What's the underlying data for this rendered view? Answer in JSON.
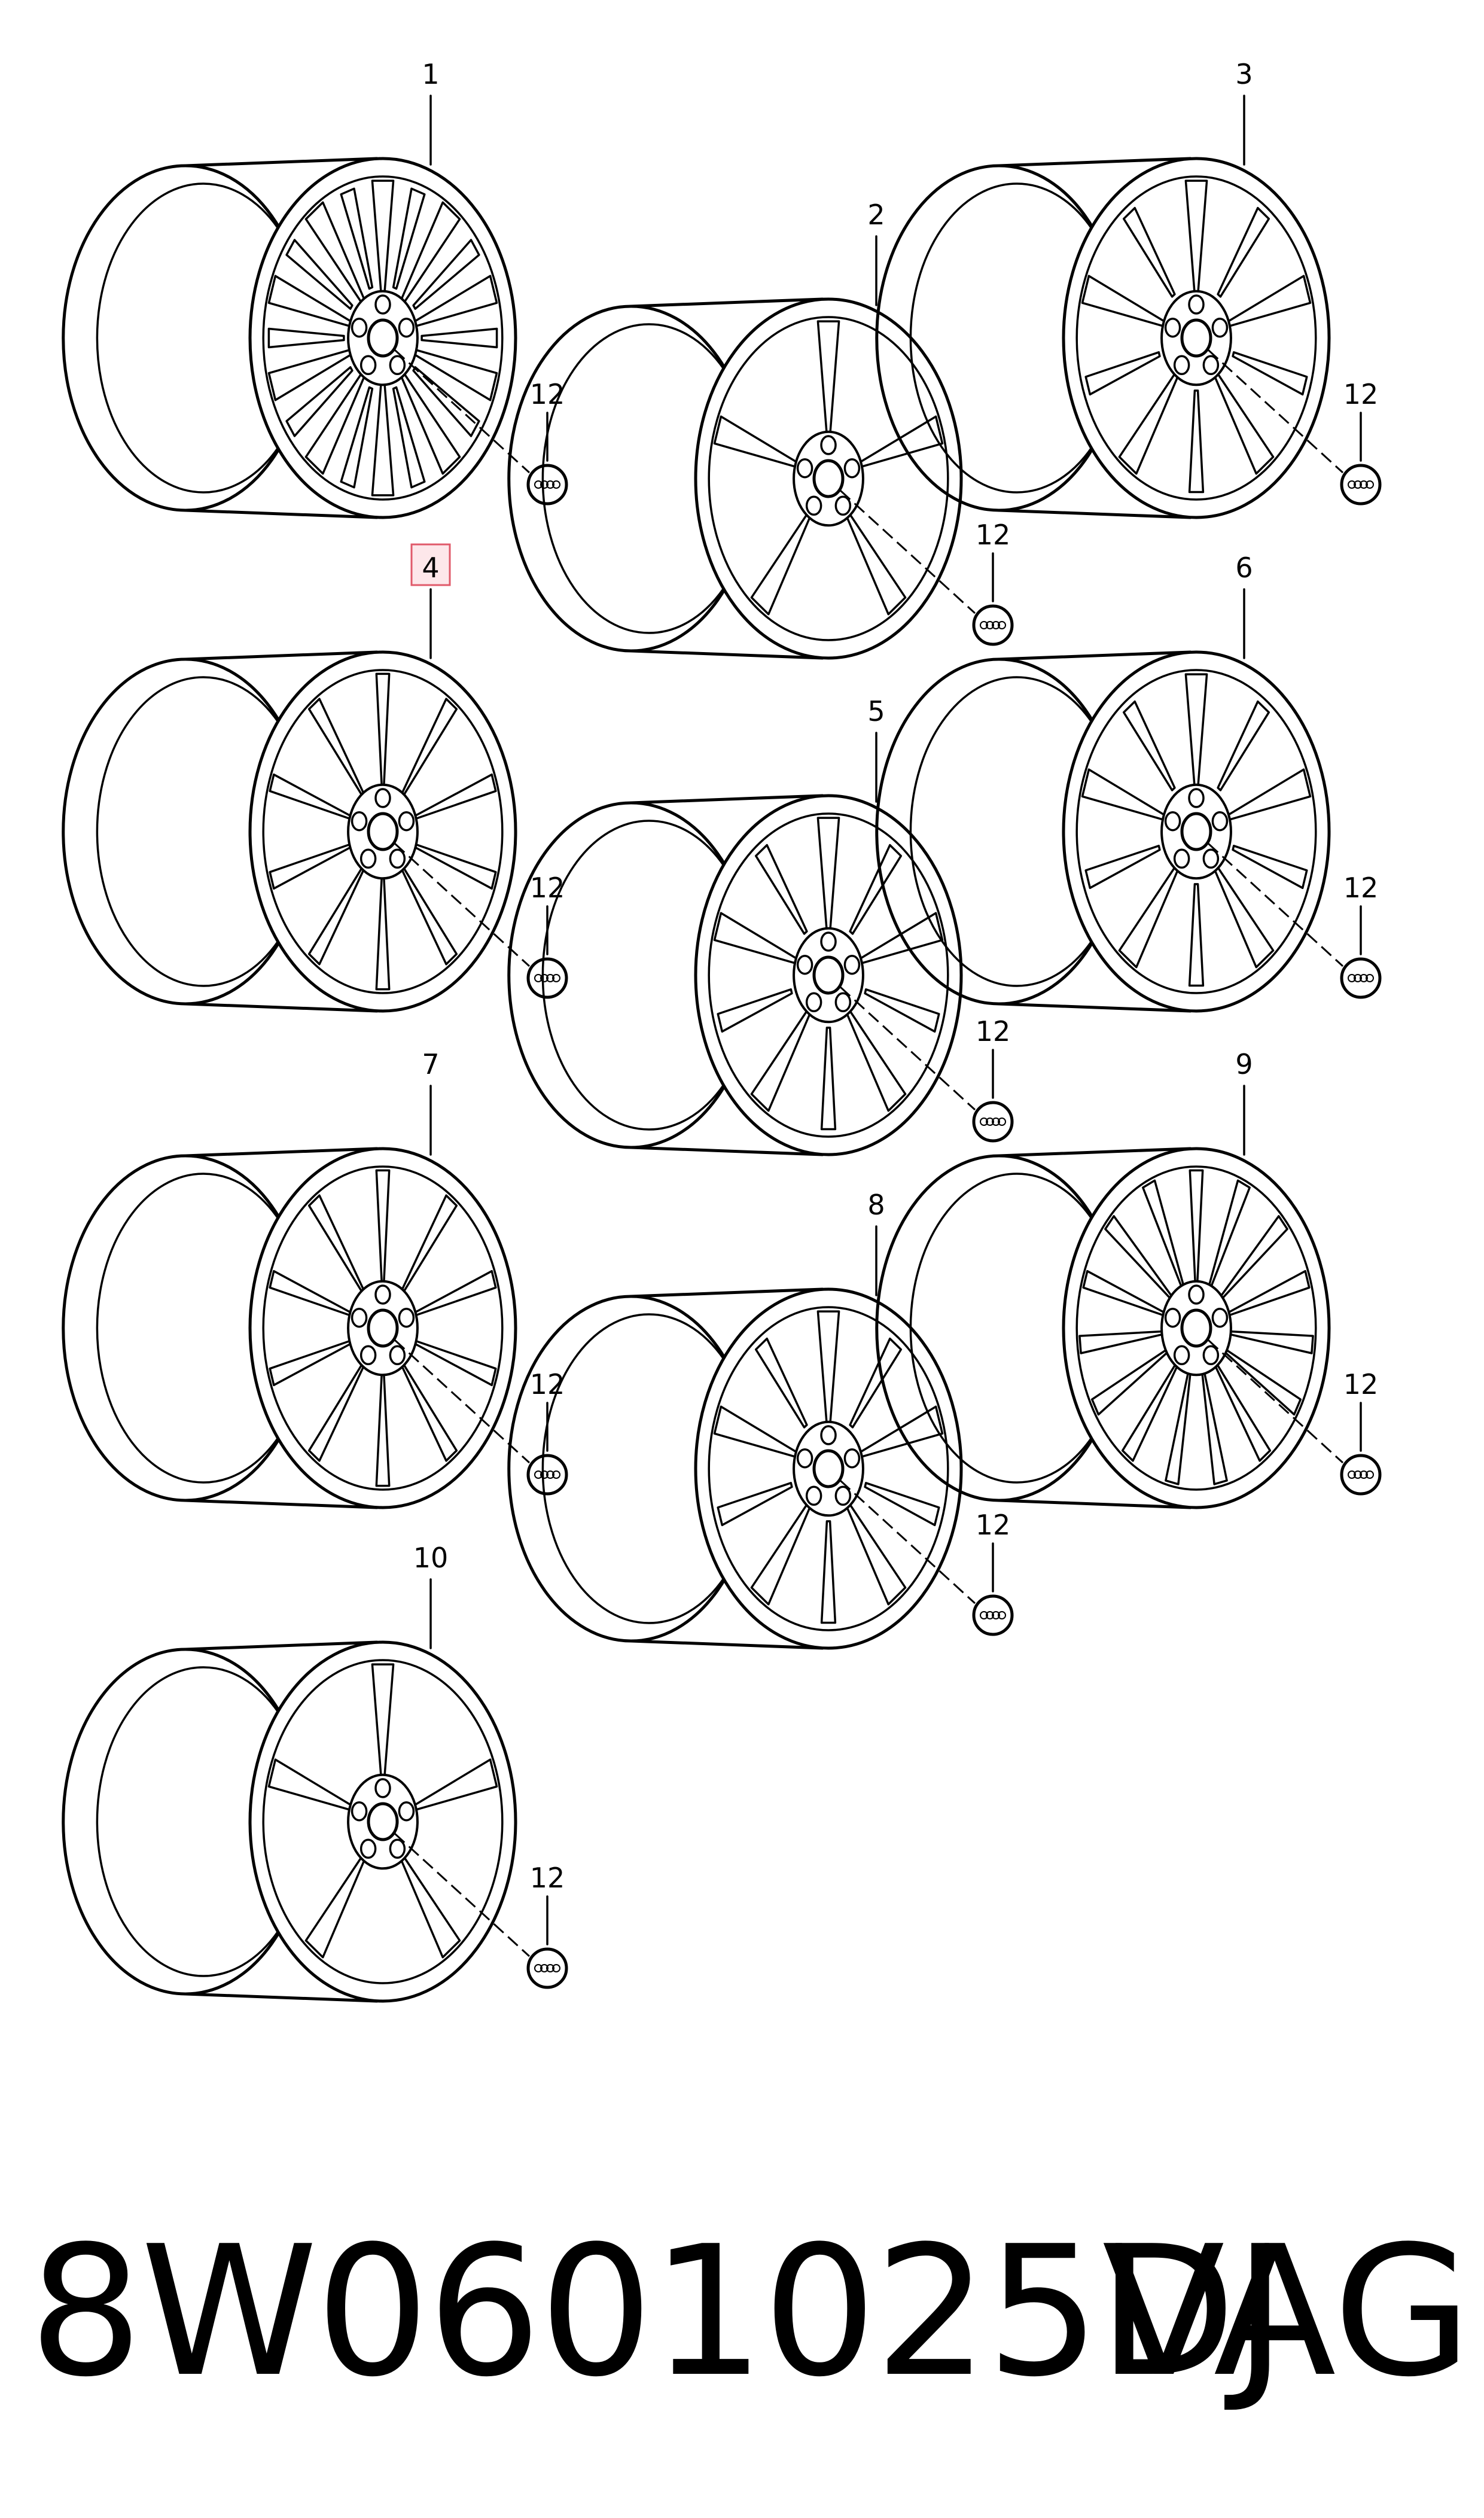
{
  "wheels": [
    {
      "callout": "1",
      "cap_callout": "12",
      "style": "double-spoke",
      "spokes": 10,
      "highlighted": false
    },
    {
      "callout": "2",
      "cap_callout": "12",
      "style": "slotted",
      "spokes": 5,
      "highlighted": false
    },
    {
      "callout": "3",
      "cap_callout": "12",
      "style": "split-spoke",
      "spokes": 5,
      "highlighted": false
    },
    {
      "callout": "4",
      "cap_callout": "12",
      "style": "multi-spoke",
      "spokes": 10,
      "highlighted": true
    },
    {
      "callout": "5",
      "cap_callout": "12",
      "style": "twin-spoke",
      "spokes": 5,
      "highlighted": false
    },
    {
      "callout": "6",
      "cap_callout": "12",
      "style": "twin-spoke",
      "spokes": 5,
      "highlighted": false
    },
    {
      "callout": "7",
      "cap_callout": "12",
      "style": "petal",
      "spokes": 10,
      "highlighted": false
    },
    {
      "callout": "8",
      "cap_callout": "12",
      "style": "twin-spoke",
      "spokes": 5,
      "highlighted": false
    },
    {
      "callout": "9",
      "cap_callout": "12",
      "style": "multi-spoke",
      "spokes": 15,
      "highlighted": false
    },
    {
      "callout": "10",
      "cap_callout": "12",
      "style": "rotor",
      "spokes": 5,
      "highlighted": false
    }
  ],
  "highlight_color": "#e05a6a",
  "footer": {
    "part_number": "8W0601025DJ",
    "brand": "VAG"
  }
}
